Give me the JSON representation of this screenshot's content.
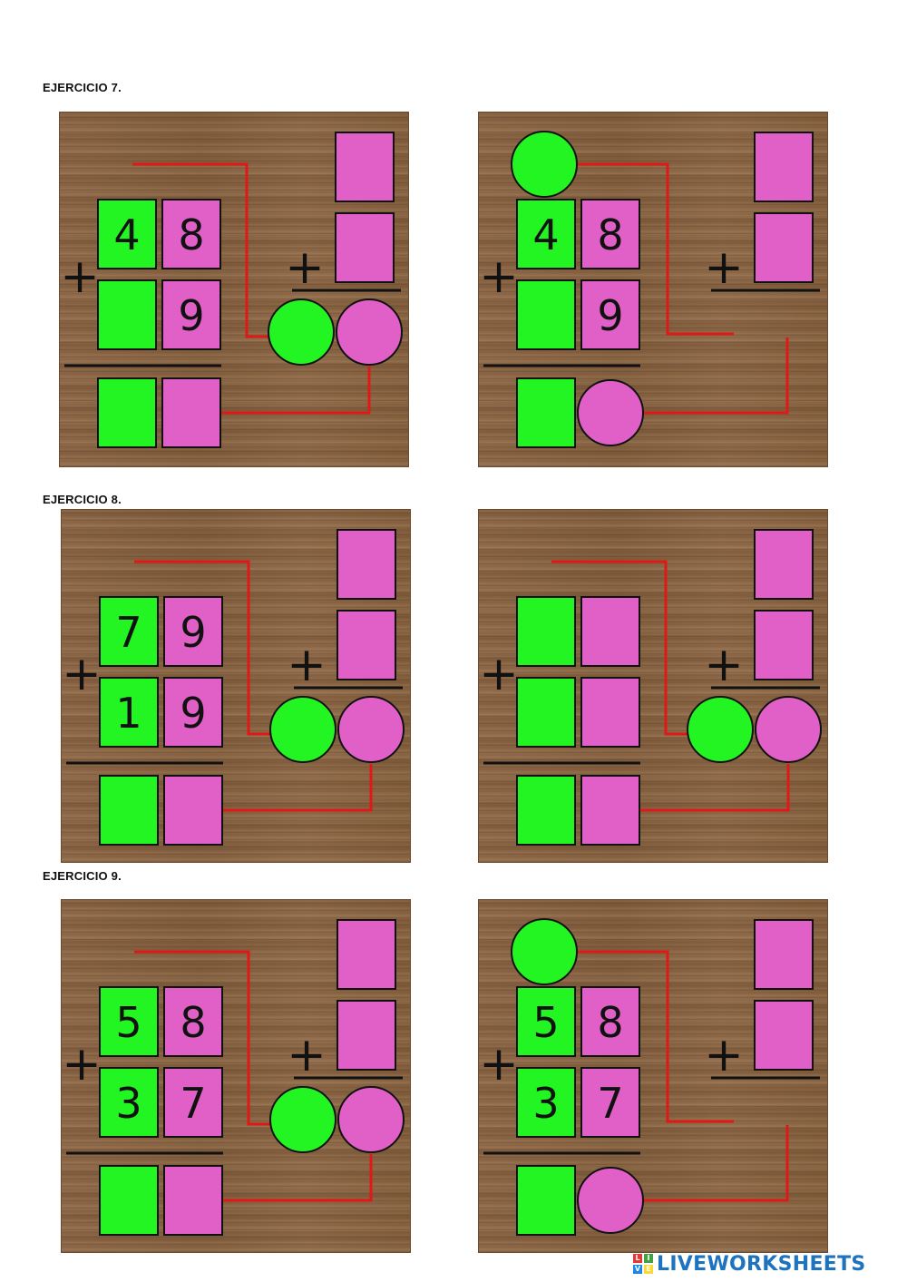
{
  "headings": [
    "EJERCICIO 7.",
    "EJERCICIO 8.",
    "EJERCICIO 9."
  ],
  "colors": {
    "green": "#22f522",
    "pink": "#e060c8",
    "line": "#e01818",
    "wood": "#8a6443"
  },
  "exercises": [
    {
      "heading": "EJERCICIO 7.",
      "left": {
        "variant": "A",
        "top": [
          "4",
          "8"
        ],
        "bottom": [
          "",
          "9"
        ]
      },
      "right": {
        "variant": "B",
        "top": [
          "4",
          "8"
        ],
        "bottom": [
          "",
          "9"
        ]
      }
    },
    {
      "heading": "EJERCICIO 8.",
      "left": {
        "variant": "A",
        "top": [
          "7",
          "9"
        ],
        "bottom": [
          "1",
          "9"
        ]
      },
      "right": {
        "variant": "A",
        "top": [
          "",
          ""
        ],
        "bottom": [
          "",
          ""
        ]
      }
    },
    {
      "heading": "EJERCICIO 9.",
      "left": {
        "variant": "A",
        "top": [
          "5",
          "8"
        ],
        "bottom": [
          "3",
          "7"
        ]
      },
      "right": {
        "variant": "B",
        "top": [
          "5",
          "8"
        ],
        "bottom": [
          "3",
          "7"
        ]
      }
    }
  ],
  "plus_sign": "+",
  "brand": {
    "name": "LIVEWORKSHEETS",
    "logo_letters": [
      "L",
      "I",
      "V",
      "E"
    ],
    "logo_colors": [
      "#e53935",
      "#43a047",
      "#1e88e5",
      "#fdd835"
    ]
  }
}
